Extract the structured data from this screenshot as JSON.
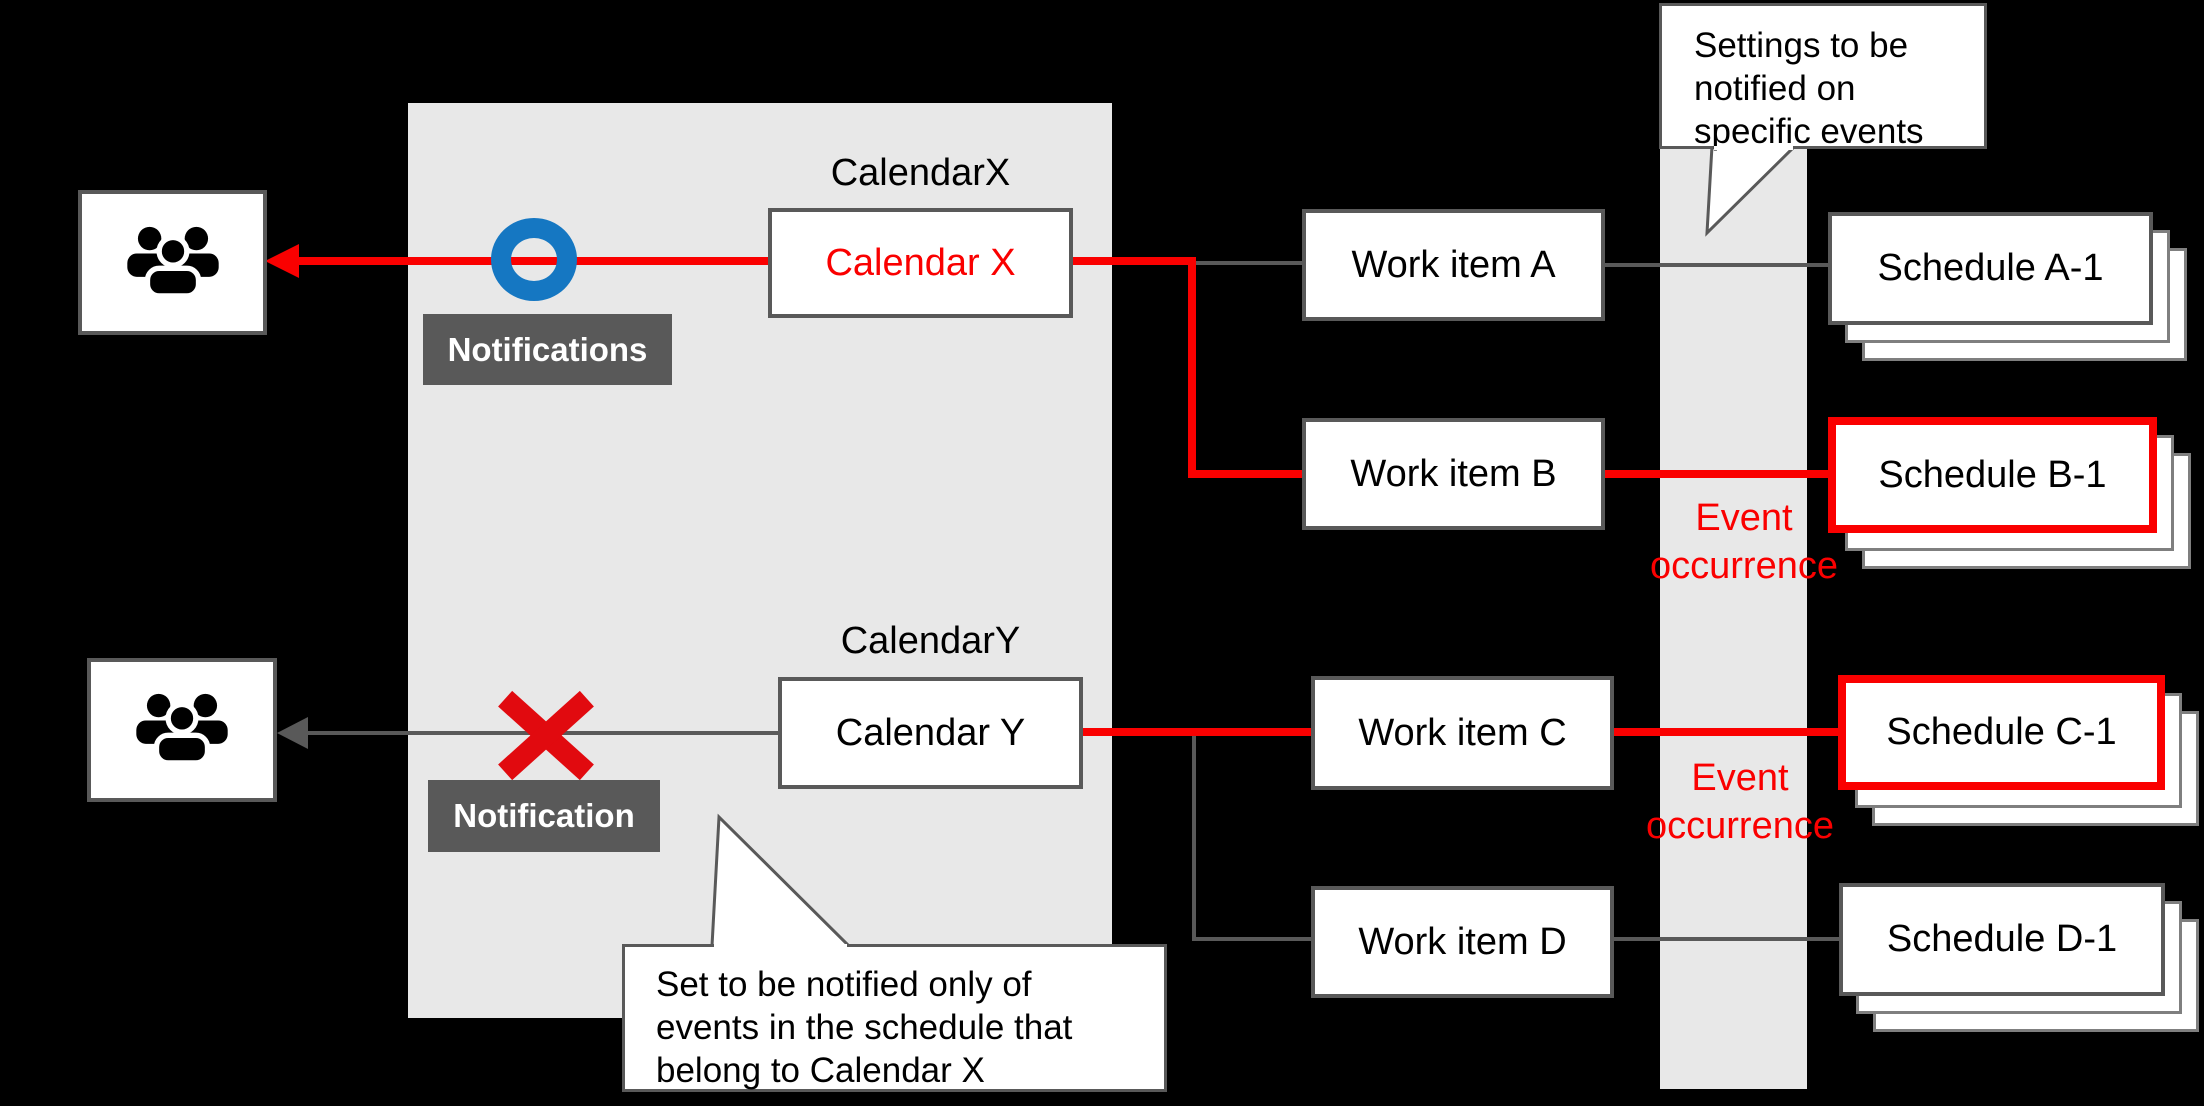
{
  "colors": {
    "background": "#000000",
    "panel_gray": "#e8e8e8",
    "border_gray": "#595959",
    "line_red": "#fa0000",
    "x_mark_red": "#e10a0f",
    "ring_blue": "#1577c2",
    "calendar_x_text": "#fa0000",
    "badge_bg": "#595959",
    "badge_text": "#ffffff"
  },
  "calendars": [
    {
      "title": "CalendarX",
      "box_label": "Calendar X"
    },
    {
      "title": "CalendarY",
      "box_label": "Calendar Y"
    }
  ],
  "badges": {
    "notifications": "Notifications",
    "notification": "Notification"
  },
  "work_items": [
    {
      "label": "Work item A"
    },
    {
      "label": "Work item B"
    },
    {
      "label": "Work item C"
    },
    {
      "label": "Work item D"
    }
  ],
  "schedules": [
    {
      "label": "Schedule A-1",
      "highlighted": false
    },
    {
      "label": "Schedule B-1",
      "highlighted": true
    },
    {
      "label": "Schedule C-1",
      "highlighted": true
    },
    {
      "label": "Schedule D-1",
      "highlighted": false
    }
  ],
  "events": [
    {
      "line1": "Event",
      "line2": "occurrence"
    },
    {
      "line1": "Event",
      "line2": "occurrence"
    }
  ],
  "callouts": [
    {
      "lines": [
        "Settings to be",
        "notified on",
        "specific events"
      ]
    },
    {
      "lines": [
        "Set to be notified only of",
        "events in the schedule that",
        "belong to Calendar X"
      ]
    }
  ],
  "marks": {
    "allowed": "O",
    "blocked": "X"
  }
}
